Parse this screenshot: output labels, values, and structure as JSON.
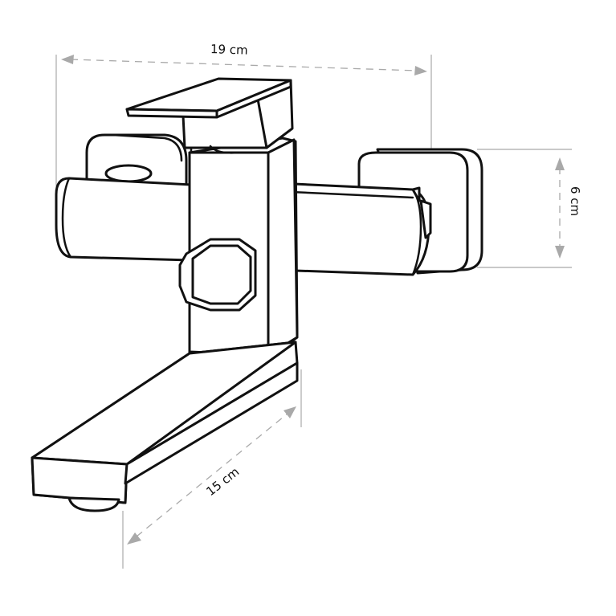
{
  "dimensions": {
    "width_label": "19 cm",
    "height_label": "6 cm",
    "spout_label": "15 cm"
  },
  "colors": {
    "outline": "#111111",
    "dimension_line": "#a9a9a9",
    "background": "#ffffff"
  }
}
